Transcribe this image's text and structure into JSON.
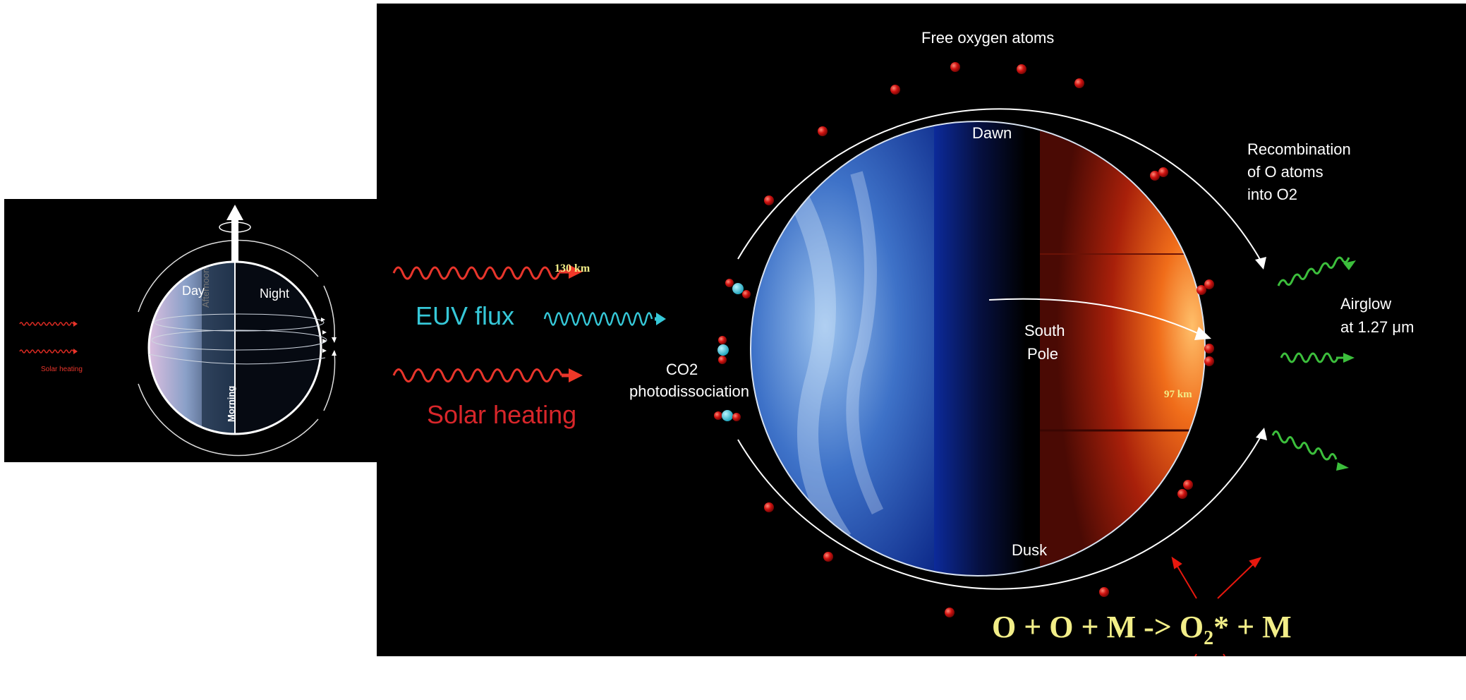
{
  "left_panel": {
    "day": "Day",
    "night": "Night",
    "afternoon": "Afternoon",
    "morning": "Morning",
    "solar_heating": "Solar heating"
  },
  "main": {
    "label_130km": "130 km",
    "euv_flux": "EUV flux",
    "solar_heating": "Solar heating",
    "co2": "CO2",
    "photodissociation": "photodissociation",
    "free_oxygen": "Free oxygen atoms",
    "dawn": "Dawn",
    "south": "South",
    "pole": "Pole",
    "dusk": "Dusk",
    "label_97km": "97 km",
    "recomb_1": "Recombination",
    "recomb_2": "of O atoms",
    "recomb_3": "into O2",
    "airglow_1": "Airglow",
    "airglow_2": "at 1.27 μm",
    "eq_left": "O + O + M -> O",
    "eq_sub": "2",
    "eq_right": "* + M"
  },
  "colors": {
    "red_wave": "#e8352b",
    "euv": "#36c8d8",
    "solar_text": "#d8262a",
    "equation": "#f2ee88",
    "airglow_wave": "#3cbf3c",
    "atom": "#c8100e"
  }
}
